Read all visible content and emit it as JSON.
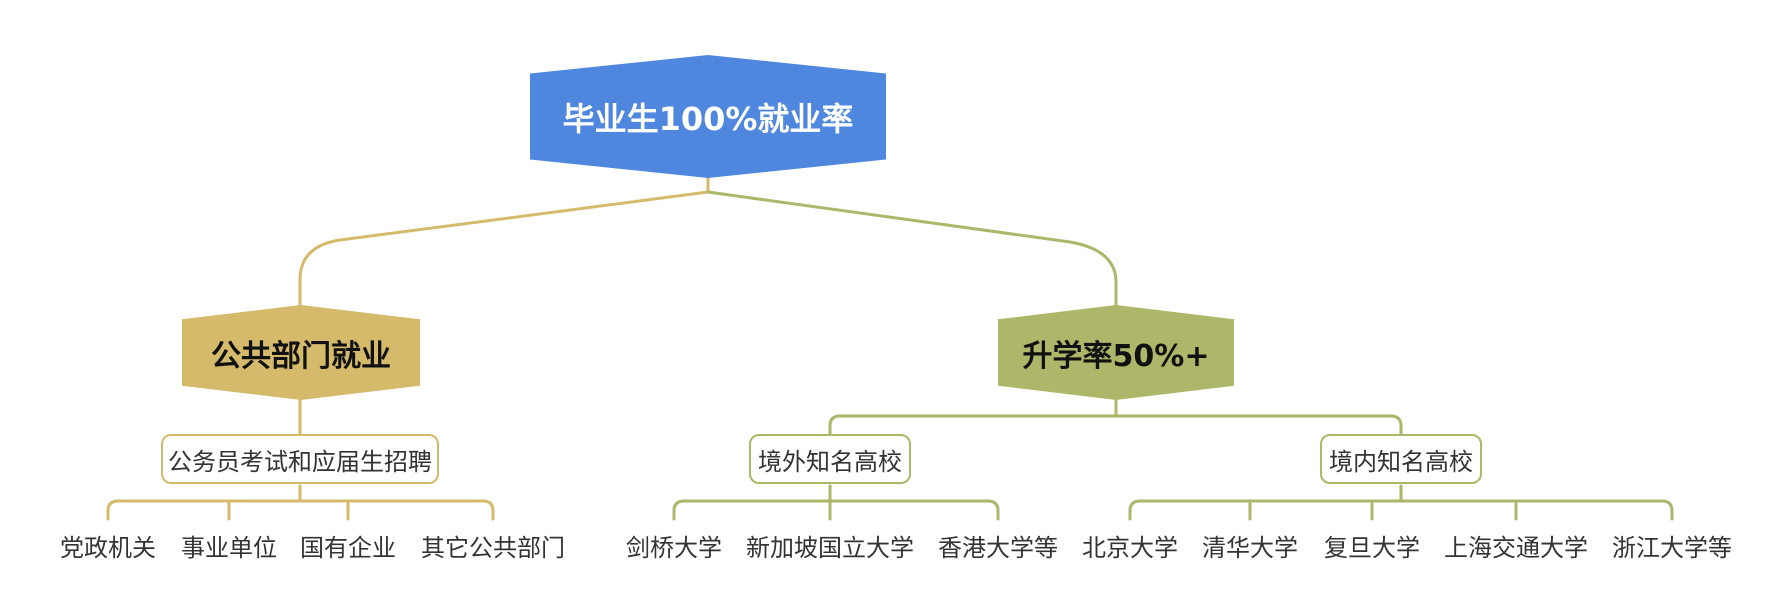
{
  "root": {
    "label": "毕业生100%就业率",
    "color": "#4f87df"
  },
  "branches": [
    {
      "label": "公共部门就业",
      "color": "#d4ba6a",
      "groups": [
        {
          "label": "公务员考试和应届生招聘",
          "leaves": [
            "党政机关",
            "事业单位",
            "国有企业",
            "其它公共部门"
          ]
        }
      ]
    },
    {
      "label": "升学率50%+",
      "color": "#aeb66a",
      "groups": [
        {
          "label": "境外知名高校",
          "leaves": [
            "剑桥大学",
            "新加坡国立大学",
            "香港大学等"
          ]
        },
        {
          "label": "境内知名高校",
          "leaves": [
            "北京大学",
            "清华大学",
            "复旦大学",
            "上海交通大学",
            "浙江大学等"
          ]
        }
      ]
    }
  ]
}
